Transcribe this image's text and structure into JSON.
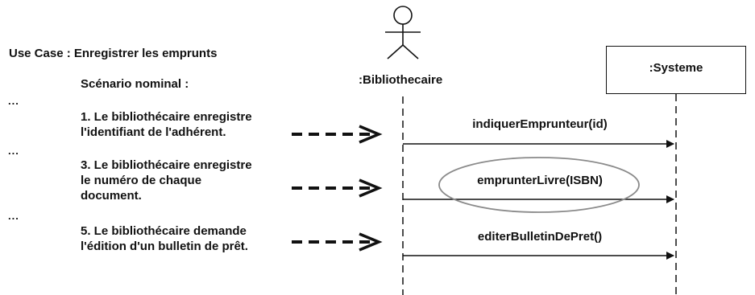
{
  "use_case": "Use Case : Enregistrer les emprunts",
  "scenario_title": "Scénario nominal :",
  "ellipsis": "...",
  "actor": {
    "name": ":Bibliothecaire",
    "icon": "stick-figure-actor-icon"
  },
  "system": {
    "name": ":Systeme"
  },
  "steps": [
    {
      "lines": [
        "1. Le bibliothécaire enregistre",
        "l'identifiant de l'adhérent."
      ]
    },
    {
      "lines": [
        "3. Le bibliothécaire enregistre",
        "le numéro de chaque",
        "document."
      ]
    },
    {
      "lines": [
        "5. Le bibliothécaire demande",
        "l'édition d'un bulletin de prêt."
      ]
    }
  ],
  "messages": [
    {
      "label": "indiquerEmprunteur(id)",
      "highlighted": false
    },
    {
      "label": "emprunterLivre(ISBN)",
      "highlighted": true
    },
    {
      "label": "editerBulletinDePret()",
      "highlighted": false
    }
  ],
  "colors": {
    "ink": "#111111",
    "highlight_ellipse": "#8a8a8a"
  }
}
